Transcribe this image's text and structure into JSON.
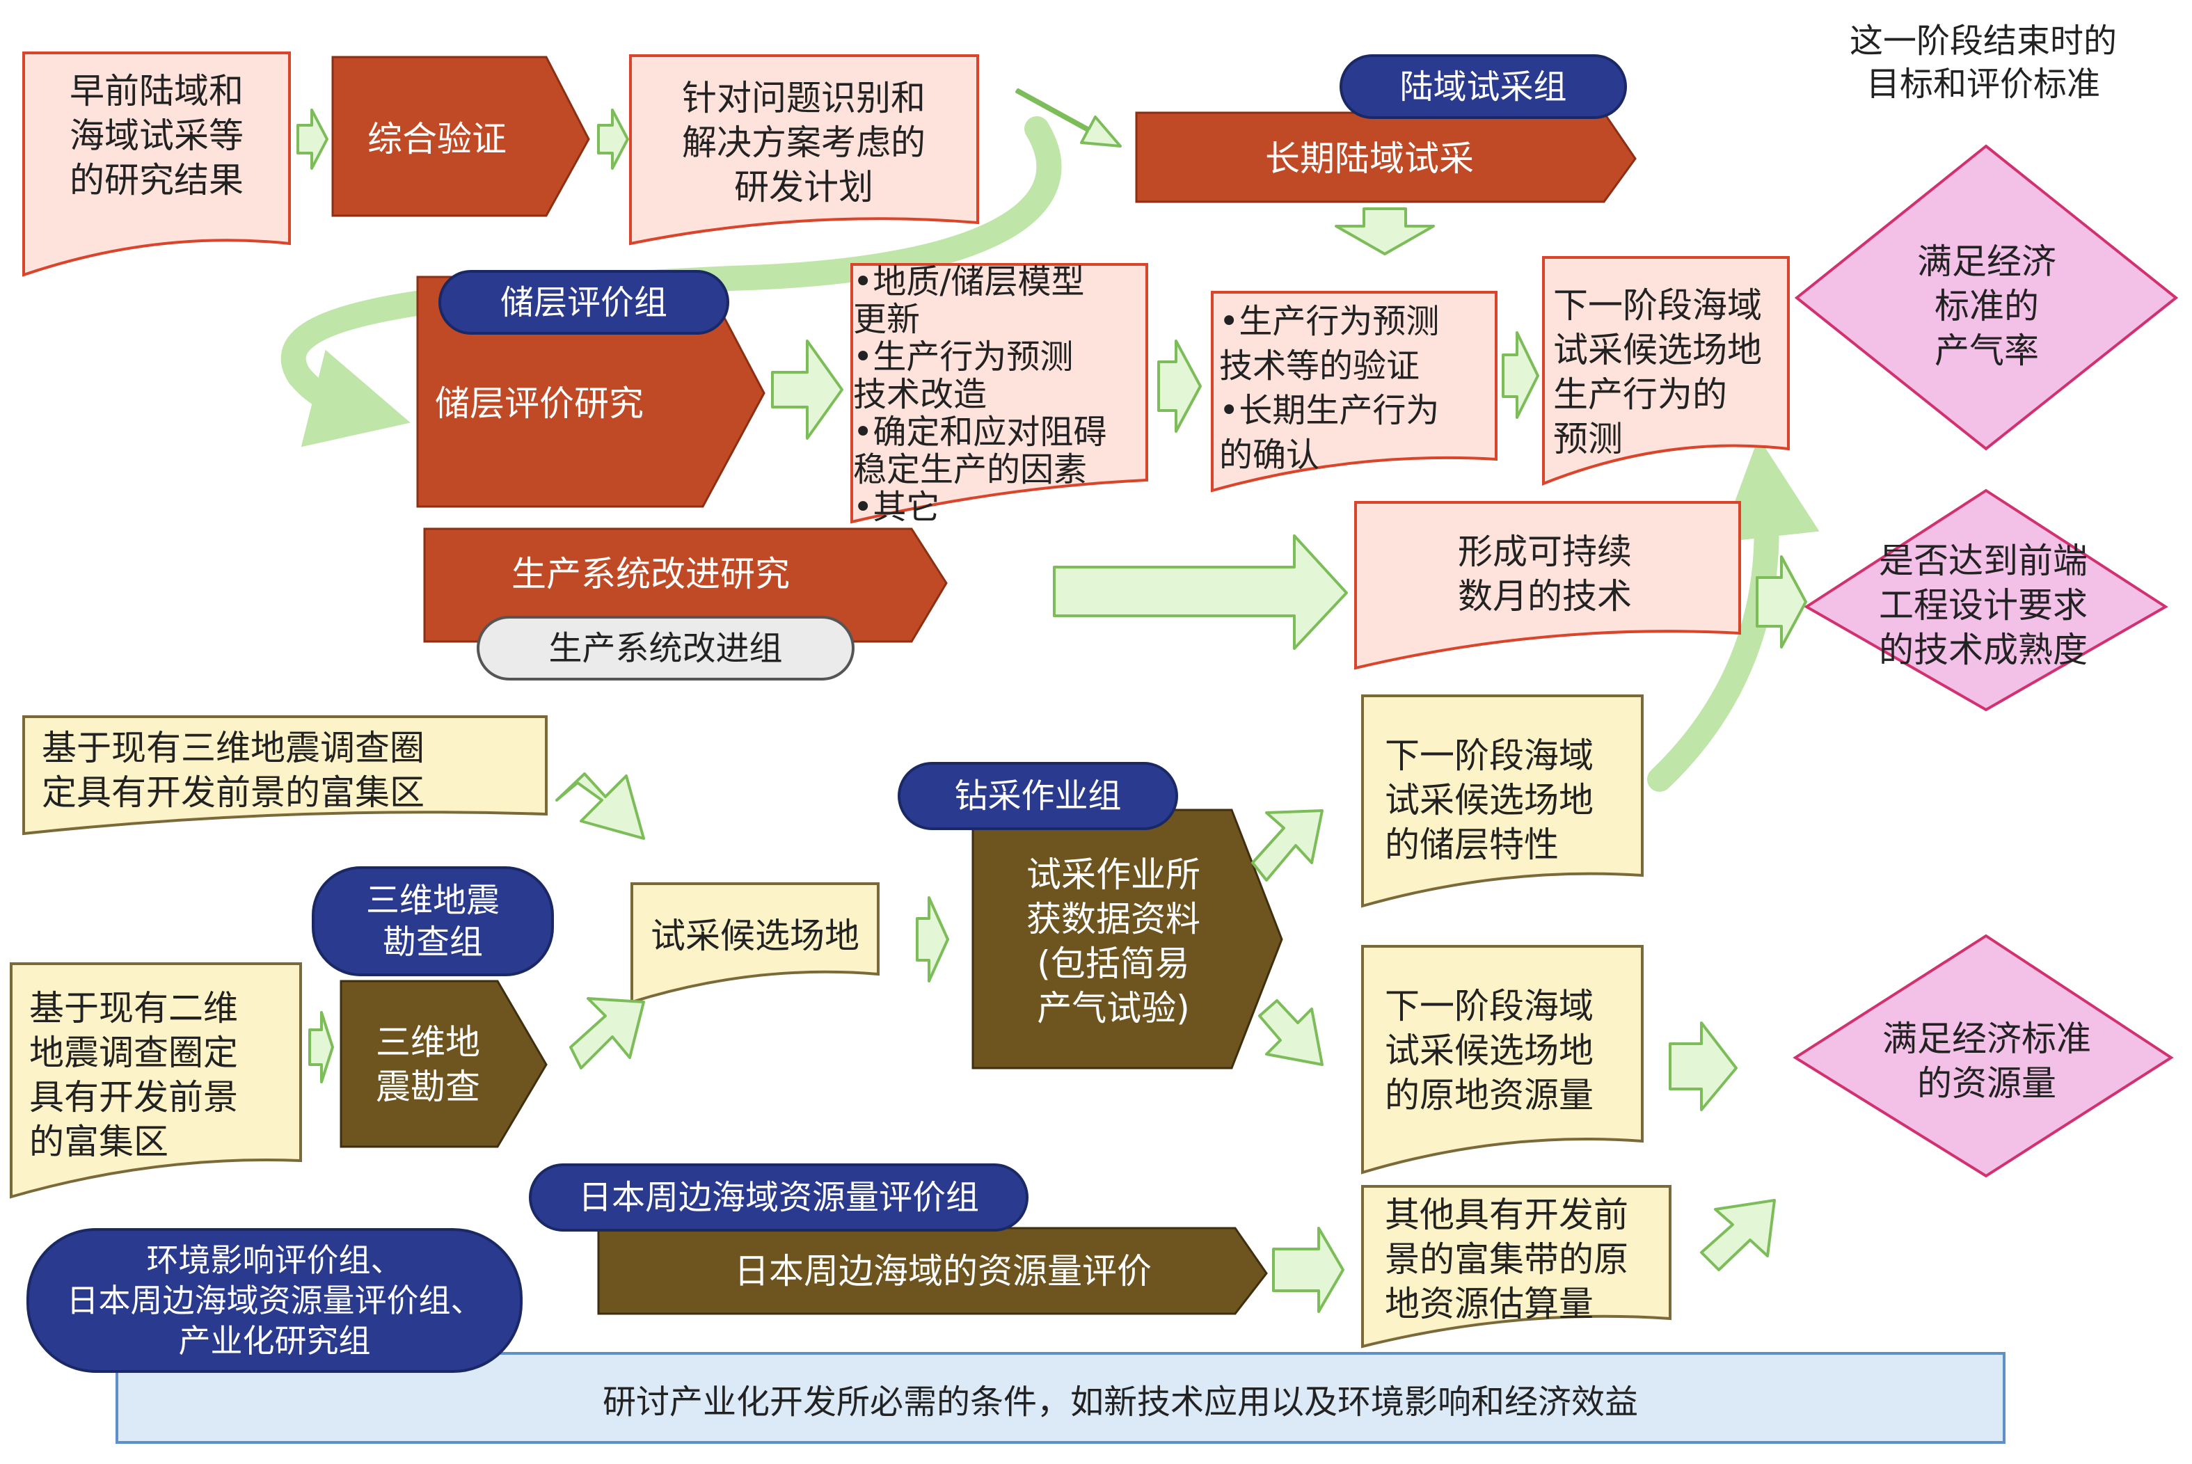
{
  "header": {
    "criteria_title": "这一阶段结束时的\n目标和评价标准"
  },
  "boxes": {
    "early_results": "早前陆域和\n海域试采等\n的研究结果",
    "verification": "综合验证",
    "rd_plan": "针对问题识别和\n解决方案考虑的\n研发计划",
    "long_term_land": "长期陆域试采",
    "reservoir_research": "储层评价研究",
    "reservoir_items": [
      "•地质/储层模型",
      "  更新",
      "•生产行为预测",
      "  技术改造",
      "•确定和应对阻碍",
      "  稳定生产的因素",
      "•其它"
    ],
    "verify_items": [
      "•生产行为预测",
      "  技术等的验证",
      "•长期生产行为",
      "  的确认"
    ],
    "next_prediction": "下一阶段海域\n试采候选场地\n生产行为的\n预测",
    "production_research": "生产系统改进研究",
    "sustain_tech": "形成可持续\n数月的技术",
    "seismic3d_area": "基于现有三维地震调查圈\n定具有开发前景的富集区",
    "candidate_site": "试采候选场地",
    "seismic2d_area": "基于现有二维\n地震调查圈定\n具有开发前景\n的富集区",
    "seismic3d_survey": "三维地\n震勘查",
    "drilling_data": "试采作业所\n获数据资料\n(包括简易\n产气试验)",
    "next_reservoir": "下一阶段海域\n试采候选场地\n的储层特性",
    "next_resource": "下一阶段海域\n试采候选场地\n的原地资源量",
    "japan_eval": "日本周边海域的资源量评价",
    "other_resource": "其他具有开发前\n景的富集带的原\n地资源估算量",
    "industrial_study": "研讨产业化开发所必需的条件，如新技术应用以及环境影响和经济效益"
  },
  "groups": {
    "land_trial": "陆域试采组",
    "reservoir_eval": "储层评价组",
    "production_system": "生产系统改进组",
    "drilling": "钻采作业组",
    "seismic3d": "三维地震\n勘查组",
    "japan_resource": "日本周边海域资源量评价组",
    "env_group": "环境影响评价组、\n日本周边海域资源量评价组、\n产业化研究组"
  },
  "criteria": {
    "gas_rate": "满足经济\n标准的\n产气率",
    "tech_maturity": "是否达到前端\n工程设计要求\n的技术成熟度",
    "resource": "满足经济标准\n的资源量"
  },
  "colors": {
    "orange_fill": "#bf4a25",
    "pink_fill": "#fde3dc",
    "pink_border": "#d9442a",
    "yellow_fill": "#fdf3c8",
    "brown_fill": "#6e5520",
    "arrow_green": "#e3f6d6",
    "arrow_green_border": "#7cbd5a",
    "diamond_fill": "#f3c0e8",
    "diamond_border": "#d1326e",
    "navy_pill": "#2a3b8f",
    "banner_fill": "#dce9f7",
    "banner_border": "#5f8fc9"
  }
}
